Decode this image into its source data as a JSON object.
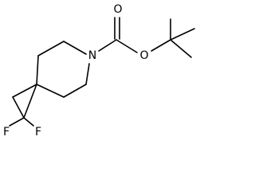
{
  "molecule": {
    "atoms": {
      "nitrogen": "N",
      "carbonyl_oxygen": "O",
      "ester_oxygen": "O",
      "fluorine_1": "F",
      "fluorine_2": "F"
    }
  }
}
